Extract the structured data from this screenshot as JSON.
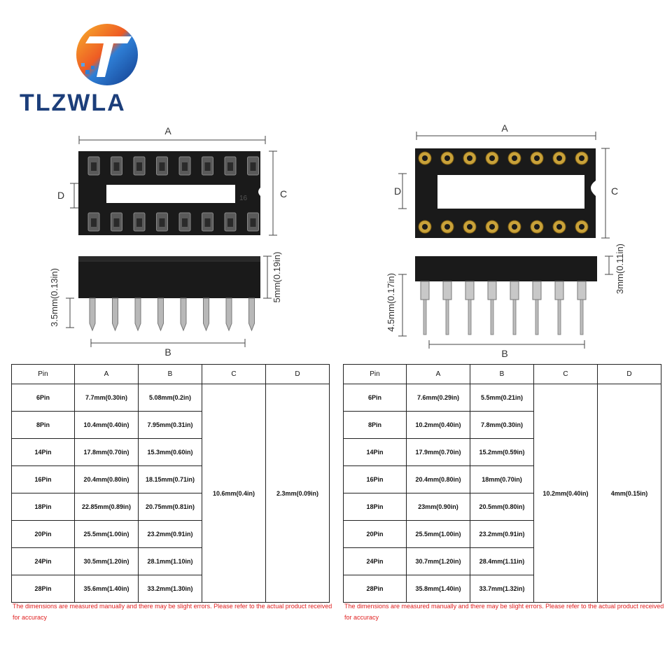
{
  "brand": {
    "name": "TLZWLA"
  },
  "diagram_left": {
    "dimension_labels": {
      "A": "A",
      "B": "B",
      "C": "C",
      "D": "D",
      "body_height": "5mm(0.19in)",
      "pin_length": "3.5mm(0.13in)"
    },
    "socket_number": "16"
  },
  "diagram_right": {
    "dimension_labels": {
      "A": "A",
      "B": "B",
      "C": "C",
      "D": "D",
      "body_height": "3mm(0.11in)",
      "pin_length": "4.5mm(0.17in)"
    }
  },
  "table_left": {
    "headers": [
      "Pin",
      "A",
      "B",
      "C",
      "D"
    ],
    "rows": [
      [
        "6Pin",
        "7.7mm(0.30in)",
        "5.08mm(0.2in)"
      ],
      [
        "8Pin",
        "10.4mm(0.40in)",
        "7.95mm(0.31in)"
      ],
      [
        "14Pin",
        "17.8mm(0.70in)",
        "15.3mm(0.60in)"
      ],
      [
        "16Pin",
        "20.4mm(0.80in)",
        "18.15mm(0.71in)"
      ],
      [
        "18Pin",
        "22.85mm(0.89in)",
        "20.75mm(0.81in)"
      ],
      [
        "20Pin",
        "25.5mm(1.00in)",
        "23.2mm(0.91in)"
      ],
      [
        "24Pin",
        "30.5mm(1.20in)",
        "28.1mm(1.10in)"
      ],
      [
        "28Pin",
        "35.6mm(1.40in)",
        "33.2mm(1.30in)"
      ]
    ],
    "c_value": "10.6mm(0.4in)",
    "d_value": "2.3mm(0.09in)",
    "note": "The dimensions are measured manually and there may be slight errors. Please refer to the actual product received for accuracy"
  },
  "table_right": {
    "headers": [
      "Pin",
      "A",
      "B",
      "C",
      "D"
    ],
    "rows": [
      [
        "6Pin",
        "7.6mm(0.29in)",
        "5.5mm(0.21in)"
      ],
      [
        "8Pin",
        "10.2mm(0.40in)",
        "7.8mm(0.30in)"
      ],
      [
        "14Pin",
        "17.9mm(0.70in)",
        "15.2mm(0.59in)"
      ],
      [
        "16Pin",
        "20.4mm(0.80in)",
        "18mm(0.70in)"
      ],
      [
        "18Pin",
        "23mm(0.90in)",
        "20.5mm(0.80in)"
      ],
      [
        "20Pin",
        "25.5mm(1.00in)",
        "23.2mm(0.91in)"
      ],
      [
        "24Pin",
        "30.7mm(1.20in)",
        "28.4mm(1.11in)"
      ],
      [
        "28Pin",
        "35.8mm(1.40in)",
        "33.7mm(1.32in)"
      ]
    ],
    "c_value": "10.2mm(0.40in)",
    "d_value": "4mm(0.15in)",
    "note": "The dimensions are measured manually and there may be slight errors. Please refer to the actual product received for accuracy"
  },
  "colors": {
    "logo_blue": "#1c3e7a",
    "logo_orange": "#f08a1c",
    "note_red": "#e02020",
    "socket_black": "#1a1a1a",
    "gold": "#c9a23a"
  }
}
